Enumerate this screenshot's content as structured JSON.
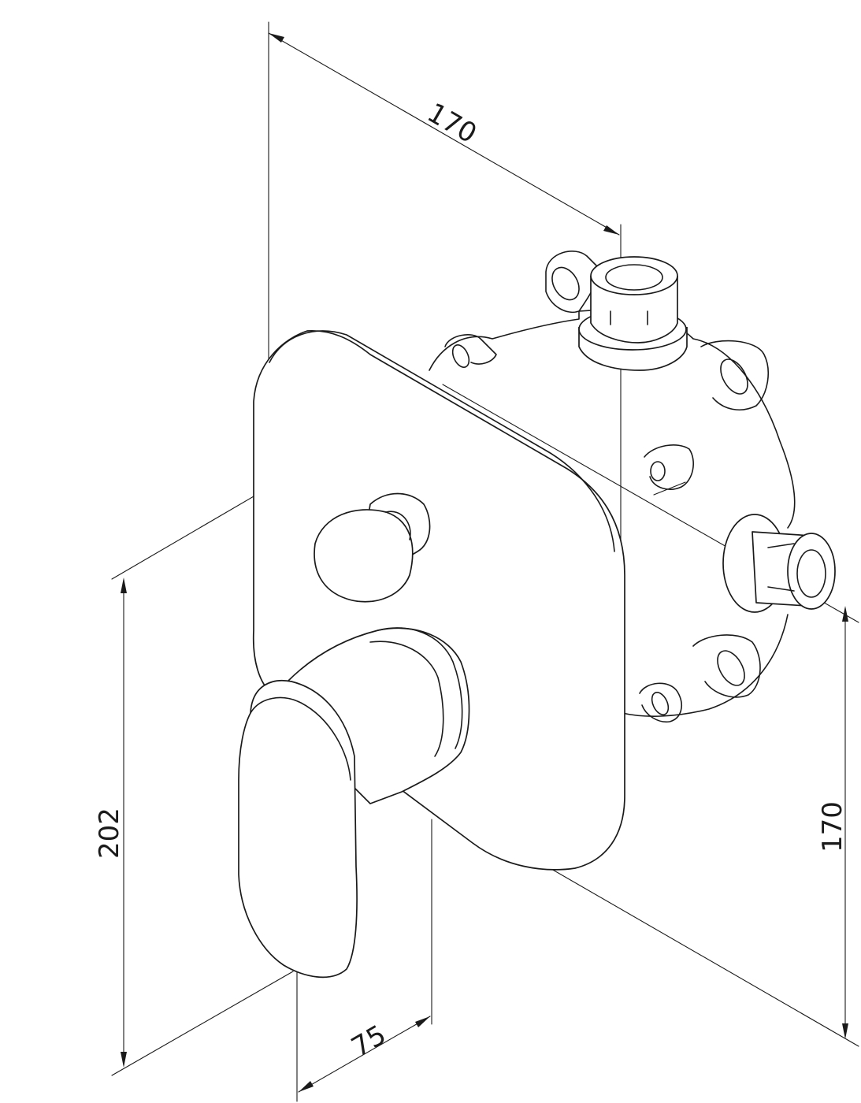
{
  "dimensions": {
    "top_width": "170",
    "total_height": "202",
    "body_height": "170",
    "depth": "75"
  }
}
